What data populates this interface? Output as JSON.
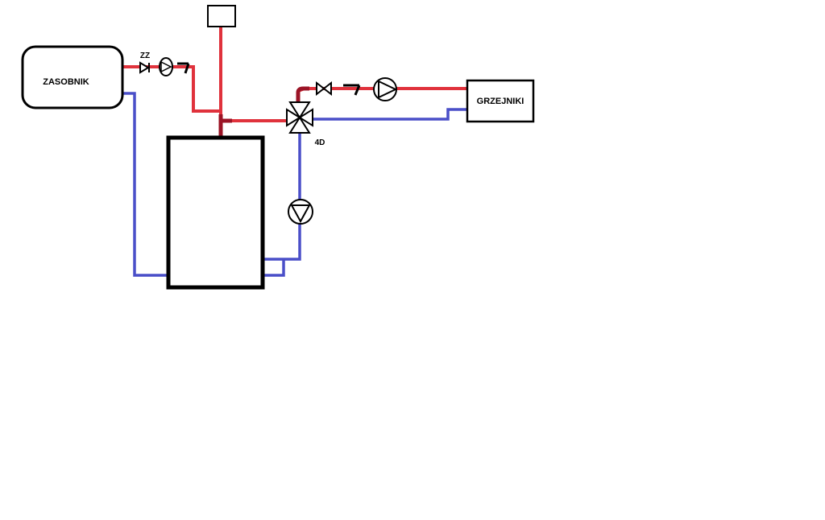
{
  "colors": {
    "hot_pipe": "#e0323c",
    "hot_pipe_dark": "#9b1426",
    "cold_pipe": "#4a4fc8",
    "outline": "#000000",
    "background": "#ffffff"
  },
  "labels": {
    "tank": "ZASOBNIK",
    "radiators": "GRZEJNIKI",
    "check_valve_tag": "ZZ",
    "mixing_valve_tag": "4D"
  },
  "components": [
    {
      "id": "tank",
      "kind": "storage-tank",
      "label_key": "tank"
    },
    {
      "id": "expansion-vessel",
      "kind": "open-vessel"
    },
    {
      "id": "boiler",
      "kind": "boiler"
    },
    {
      "id": "radiators",
      "kind": "radiator-bank",
      "label_key": "radiators"
    },
    {
      "id": "check-valve",
      "kind": "check-valve",
      "label_key": "check_valve_tag"
    },
    {
      "id": "tank-pump",
      "kind": "pump"
    },
    {
      "id": "tank-thermometer",
      "kind": "thermometer"
    },
    {
      "id": "mixing-valve",
      "kind": "four-way-valve",
      "label_key": "mixing_valve_tag"
    },
    {
      "id": "radiator-valve",
      "kind": "shutoff-valve"
    },
    {
      "id": "radiator-thermometer",
      "kind": "thermometer"
    },
    {
      "id": "radiator-pump",
      "kind": "pump"
    },
    {
      "id": "return-pump",
      "kind": "pump"
    }
  ],
  "pipes": [
    {
      "id": "tank-supply",
      "medium": "hot"
    },
    {
      "id": "vessel-riser",
      "medium": "hot"
    },
    {
      "id": "boiler-supply",
      "medium": "hot"
    },
    {
      "id": "radiator-supply",
      "medium": "hot"
    },
    {
      "id": "radiator-return",
      "medium": "cold"
    },
    {
      "id": "boiler-return",
      "medium": "cold"
    },
    {
      "id": "tank-return",
      "medium": "cold"
    }
  ]
}
